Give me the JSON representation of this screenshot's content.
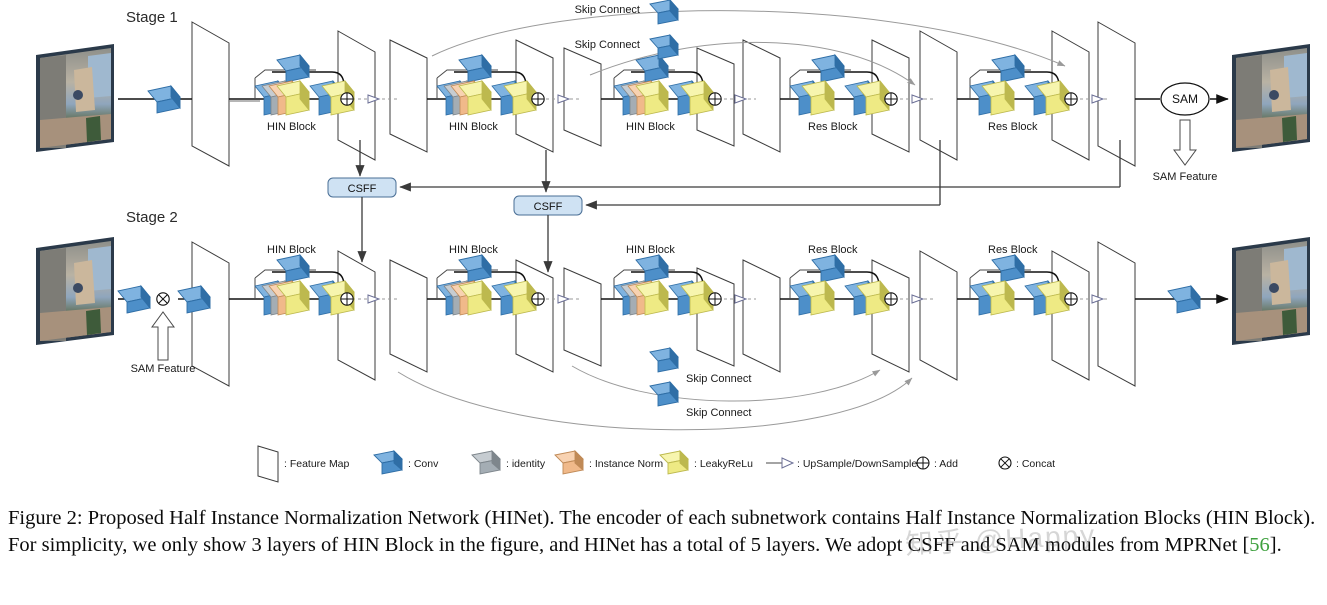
{
  "figure": {
    "stages": [
      {
        "name": "stage-1",
        "label": "Stage 1"
      },
      {
        "name": "stage-2",
        "label": "Stage 2"
      }
    ],
    "block_labels": {
      "hin": "HIN Block",
      "res": "Res Block",
      "skip": "Skip Connect",
      "csff": "CSFF",
      "sam": "SAM",
      "sam_feature": "SAM Feature"
    },
    "stage1_blocks": [
      {
        "label": "HIN Block",
        "kind": "hin"
      },
      {
        "label": "HIN Block",
        "kind": "hin"
      },
      {
        "label": "HIN Block",
        "kind": "hin"
      },
      {
        "label": "Res Block",
        "kind": "res"
      },
      {
        "label": "Res Block",
        "kind": "res"
      }
    ],
    "stage2_blocks": [
      {
        "label": "HIN Block",
        "kind": "hin"
      },
      {
        "label": "HIN Block",
        "kind": "hin"
      },
      {
        "label": "HIN Block",
        "kind": "hin"
      },
      {
        "label": "Res Block",
        "kind": "res"
      },
      {
        "label": "Res Block",
        "kind": "res"
      }
    ],
    "stage1_skips": [
      "Skip Connect",
      "Skip Connect"
    ],
    "stage2_skips": [
      "Skip Connect",
      "Skip Connect"
    ],
    "csff_boxes": [
      "CSFF",
      "CSFF"
    ],
    "legend": [
      {
        "icon": "feature-map-icon",
        "label": ": Feature Map",
        "color": "#ffffff"
      },
      {
        "icon": "conv-bar-icon",
        "label": ": Conv",
        "color": "#5b9bd5"
      },
      {
        "icon": "identity-bar-icon",
        "label": ": identity",
        "color": "#b7bec4"
      },
      {
        "icon": "instance-norm-bar-icon",
        "label": ": Instance Norm",
        "color": "#f5c39a"
      },
      {
        "icon": "leakyrelu-bar-icon",
        "label": ": LeakyReLu",
        "color": "#f2ef8a"
      },
      {
        "icon": "updown-arrow-icon",
        "label": ": UpSample/DownSample",
        "color": "#6b6f96"
      },
      {
        "icon": "add-circle-icon",
        "label": ": Add",
        "color": "#111111"
      },
      {
        "icon": "concat-circle-icon",
        "label": ": Concat",
        "color": "#111111"
      }
    ],
    "colors": {
      "conv": "#5b9bd5",
      "conv_dark": "#2f6ea6",
      "identity": "#b7bec4",
      "identity_dark": "#7e868c",
      "instance_norm": "#f5c39a",
      "instance_norm_dark": "#c08a57",
      "leakyrelu": "#f2ef8a",
      "leakyrelu_dark": "#bdb94e",
      "csff_fill": "#cfe2f3",
      "ref_link": "#3ea03e"
    },
    "caption": {
      "prefix": "Figure 2: Proposed Half Instance Normalization Network (HINet). The encoder of each subnetwork contains Half Instance Normalization Blocks (HIN Block). For simplicity, we only show 3 layers of HIN Block in the figure, and HINet has a total of 5 layers. We adopt CSFF and SAM modules from MPRNet [",
      "ref": "56",
      "suffix": "]."
    },
    "watermark": "知乎 @Happy"
  }
}
